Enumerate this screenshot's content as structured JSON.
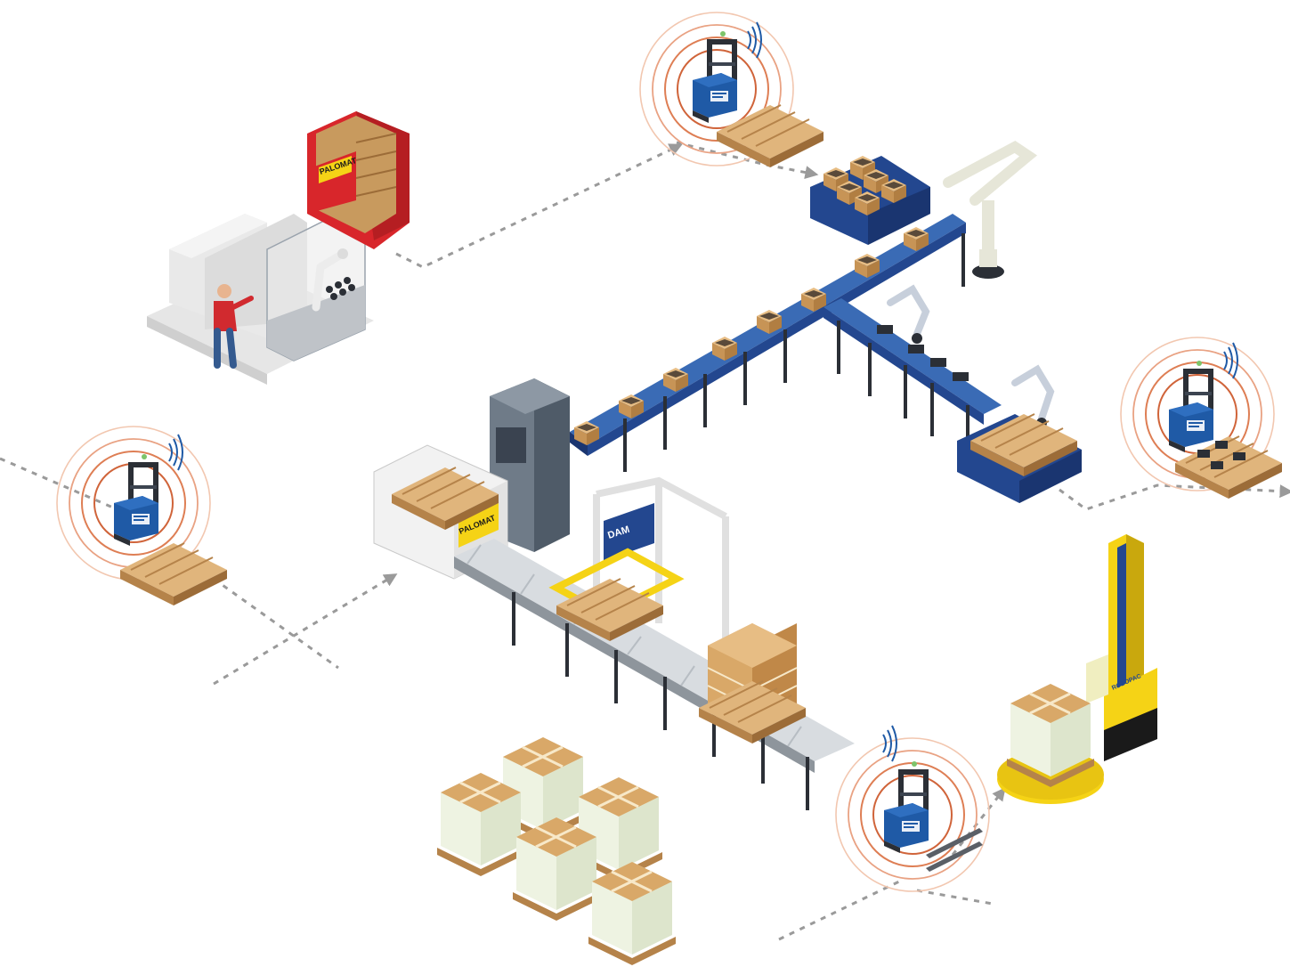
{
  "labels": {
    "palomat_top": "PALOMAT",
    "palomat_left": "PALOMAT",
    "dam_sign": "DAM",
    "wrapper_brand": "ROBOPAC"
  },
  "colors": {
    "forklift_blue": "#1f5aa6",
    "forklift_dark": "#2b2f36",
    "conveyor_blue": "#23478f",
    "palomat_red": "#d8262b",
    "sign_yellow": "#f5d316",
    "box_tan": "#d9a868",
    "pallet_wood": "#c8995c",
    "signal_orange": "#d9693a",
    "flow_gray": "#9a9a9a"
  },
  "icons": {
    "forklift": "agv-forklift-icon",
    "signal": "wireless-signal-icon",
    "flow_arrow": "flow-arrow-icon"
  }
}
